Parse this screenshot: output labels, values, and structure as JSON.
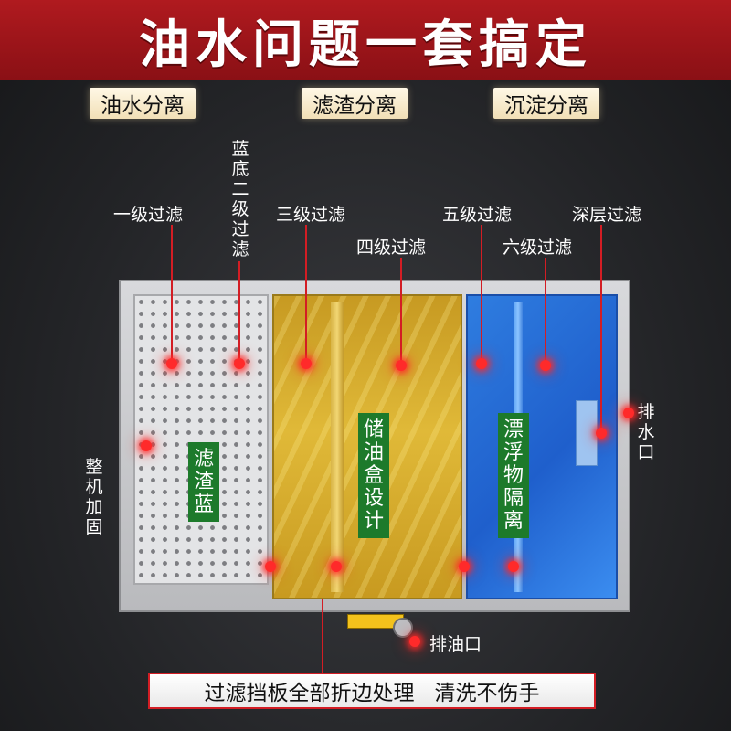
{
  "banner": {
    "title": "油水问题一套搞定"
  },
  "tags": [
    "油水分离",
    "滤渣分离",
    "沉淀分离"
  ],
  "labels": {
    "level1": "一级过滤",
    "basket_bottom": "蓝底二级过滤",
    "level3": "三级过滤",
    "level4": "四级过滤",
    "level5": "五级过滤",
    "level6": "六级过滤",
    "deep": "深层过滤",
    "reinforce": "整机加固",
    "water_outlet": "排水口",
    "oil_outlet": "排油口"
  },
  "boxes": {
    "residue_basket": "滤渣蓝",
    "oil_box": "储油盒设计",
    "float_separator": "漂浮物隔离"
  },
  "bottom_bar": {
    "text1": "过滤挡板全部折边处理",
    "text2": "清洗不伤手"
  },
  "colors": {
    "banner": "#b01a1f",
    "pin": "#d31d24",
    "green": "#1d7a2b"
  }
}
